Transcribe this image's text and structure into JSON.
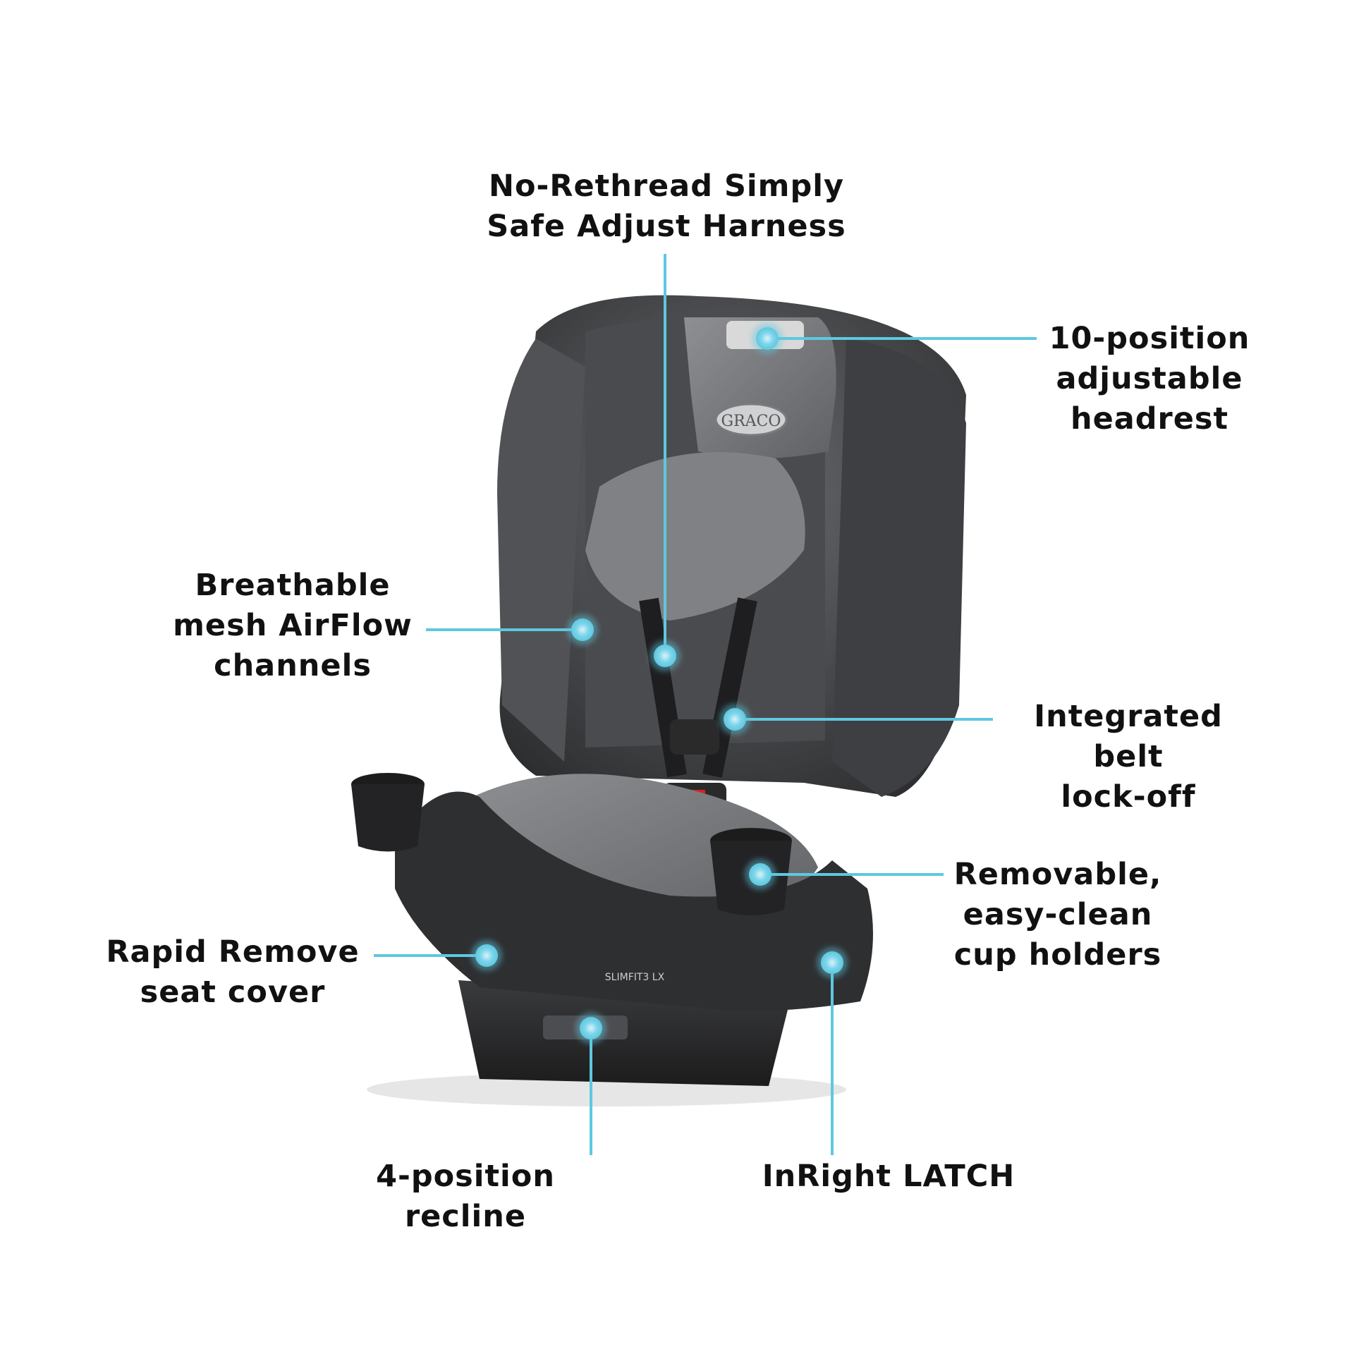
{
  "brand": "GRACO",
  "model": "SLIMFIT3 LX",
  "accent_color": "#5ec8e0",
  "callouts": {
    "harness": {
      "lines": [
        "No-Rethread Simply",
        "Safe Adjust Harness"
      ]
    },
    "headrest": {
      "lines": [
        "10-position",
        "adjustable",
        "headrest"
      ]
    },
    "airflow": {
      "lines": [
        "Breathable",
        "mesh AirFlow",
        "channels"
      ]
    },
    "lockoff": {
      "lines": [
        "Integrated belt",
        "lock-off"
      ]
    },
    "cupholders": {
      "lines": [
        "Removable,",
        "easy-clean",
        "cup holders"
      ]
    },
    "seatcover": {
      "lines": [
        "Rapid Remove",
        "seat cover"
      ]
    },
    "recline": {
      "lines": [
        "4-position recline"
      ]
    },
    "latch": {
      "lines": [
        "InRight LATCH"
      ]
    }
  }
}
